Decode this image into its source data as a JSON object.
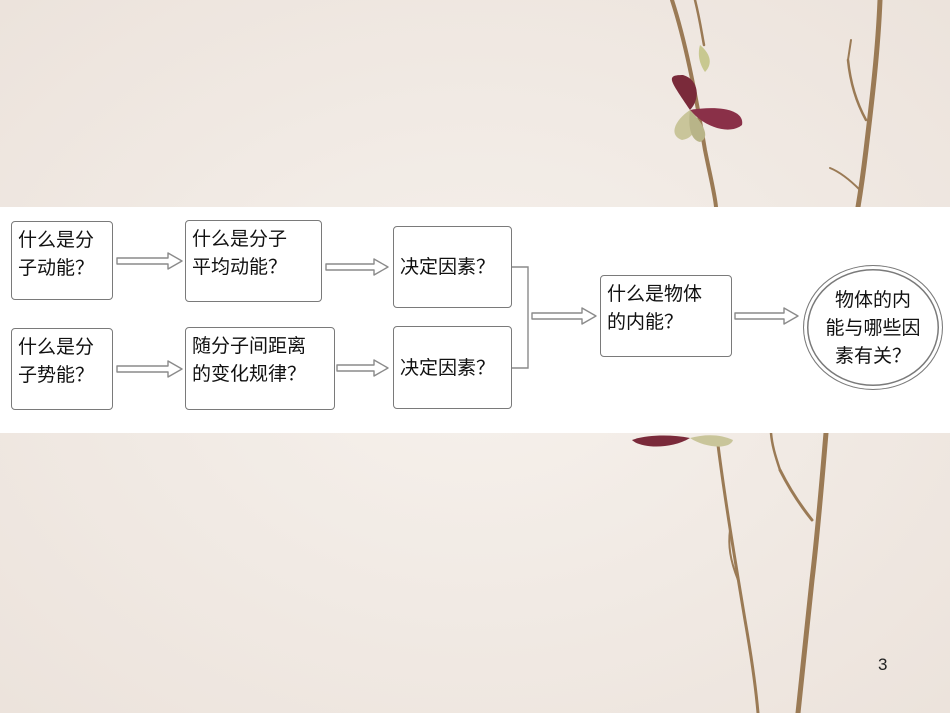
{
  "diagram": {
    "boxes": {
      "molecule_kinetic": "什么是分\n子动能？",
      "molecule_potential": "什么是分\n子势能？",
      "average_kinetic": "什么是分子\n平均动能？",
      "potential_rule": "随分子间距离\n的变化规律？",
      "factors_top": "决定因素？",
      "factors_bottom": "决定因素？",
      "internal_energy": "什么是物体\n的内能？",
      "factors_final": "物体的内\n能与哪些因\n素有关？"
    }
  },
  "page_number": "3",
  "colors": {
    "branch": "#9a7a55",
    "butterfly": "#7a2a3a",
    "leaf": "#c8c890"
  }
}
